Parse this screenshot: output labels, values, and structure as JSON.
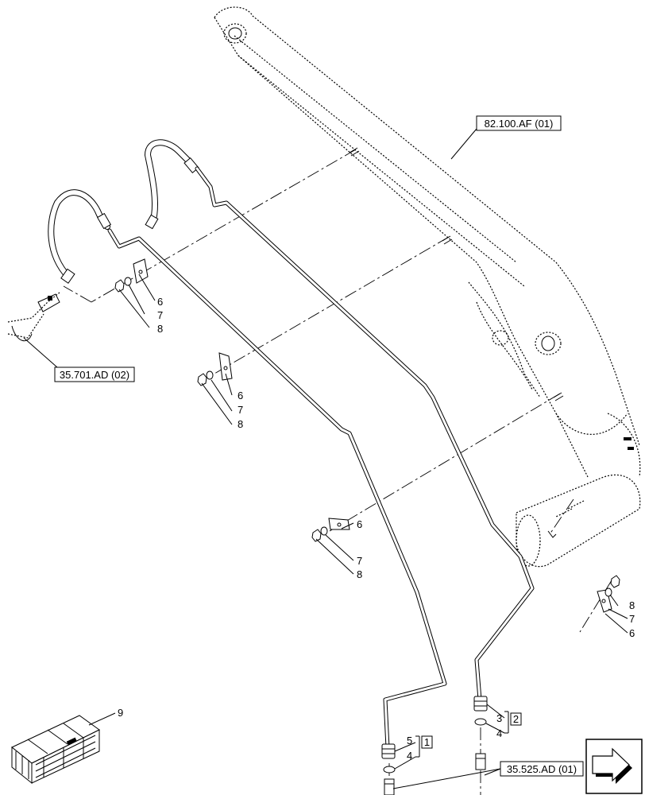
{
  "references": {
    "boom": "82.100.AF (01)",
    "hose_connection": "35.701.AD (02)",
    "pipe_connection": "35.525.AD (01)"
  },
  "callouts": {
    "clamp": "6",
    "washer": "7",
    "nut": "8",
    "kit": "9",
    "fitting_a": "5",
    "fitting_b": "3",
    "seal": "4",
    "group_1": "1",
    "group_2": "2"
  }
}
